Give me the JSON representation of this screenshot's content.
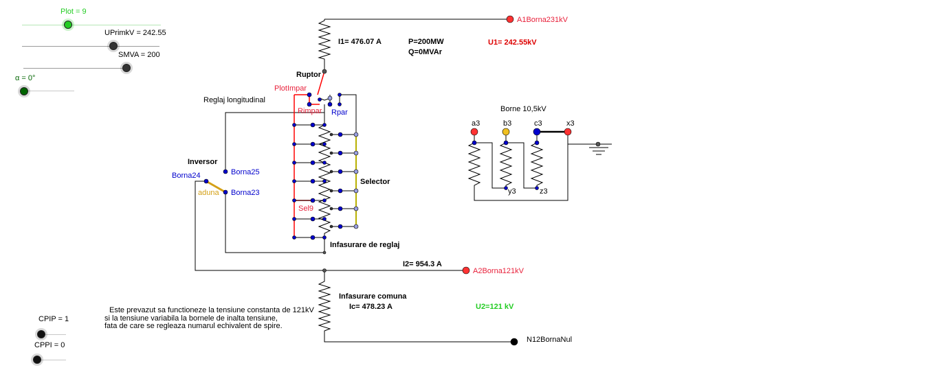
{
  "sliders": {
    "plot": {
      "label": "Plot = 9",
      "color": "#00cc00"
    },
    "uprim": {
      "label": "UPrimkV = 242.55",
      "color": "#000000"
    },
    "smva": {
      "label": "SMVA = 200",
      "color": "#000000"
    },
    "alpha": {
      "label": "α = 0°",
      "color": "#006400"
    },
    "cpip": {
      "label": "CPIP = 1",
      "color": "#000000"
    },
    "cppi": {
      "label": "CPPI = 0",
      "color": "#000000"
    }
  },
  "labels": {
    "a1_borna": "A1Borna231kV",
    "i1": "I1= 476.07 A",
    "p": "P=200MW",
    "q": "Q=0MVAr",
    "u1": "U1=  242.55kV",
    "ruptor": "Ruptor",
    "plot_impar": "PlotImpar",
    "reglaj": "Reglaj longitudinal",
    "rimpar": "Rimpar",
    "rpar": "Rpar",
    "inversor": "Inversor",
    "borna25": "Borna25",
    "borna24": "Borna24",
    "aduna": "aduna",
    "borna23": "Borna23",
    "selector": "Selector",
    "sel9": "Sel9",
    "inf_reglaj": "Infasurare de reglaj",
    "i2": "I2=  954.3 A",
    "a2_borna": "A2Borna121kV",
    "inf_comuna": "Infasurare comuna",
    "ic": "Ic= 478.23 A",
    "u2": "U2=121 kV",
    "n12": "N12BornaNul",
    "borne": "Borne 10,5kV",
    "a3": "a3",
    "b3": "b3",
    "c3": "c3",
    "x3": "x3",
    "y3": "y3",
    "z3": "z3"
  },
  "note": {
    "line1": "Este prevazut sa functioneze la tensiune constanta de 121kV",
    "line2": "si la tensiune variabila la bornele de inalta tensiune,",
    "line3": "fata de care se regleaza numarul echivalent de spire."
  },
  "colors": {
    "red": "#ff0000",
    "redLabel": "#e8203a",
    "blue": "#0000cc",
    "orange": "#d4a017",
    "green": "#22cc22",
    "darkred": "#dd0000",
    "lavender": "#9aa0e0"
  }
}
